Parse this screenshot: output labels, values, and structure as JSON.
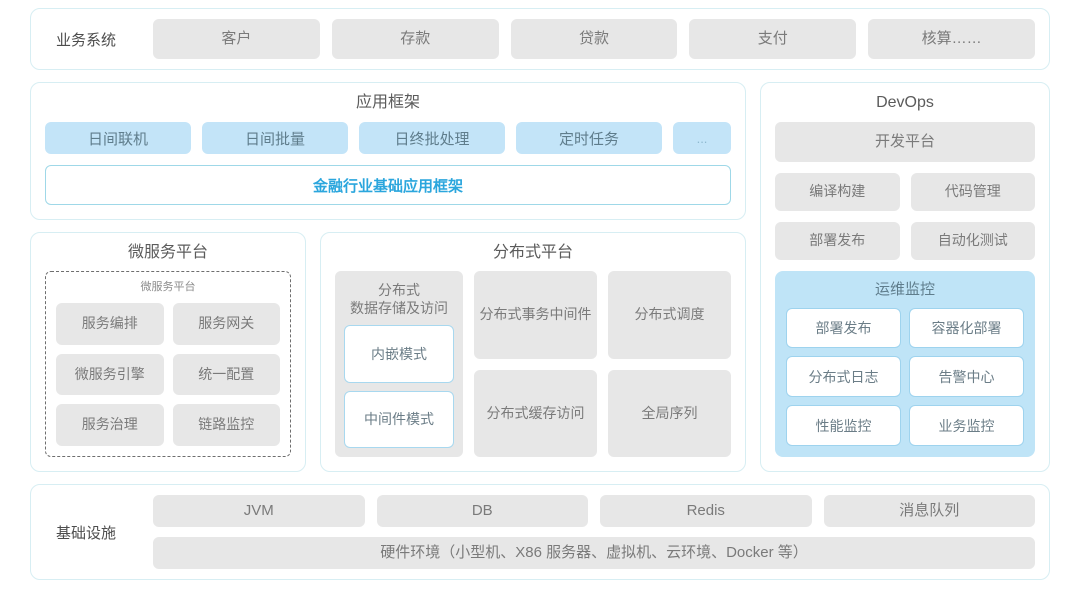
{
  "business_systems": {
    "label": "业务系统",
    "items": [
      "客户",
      "存款",
      "贷款",
      "支付",
      "核算……"
    ]
  },
  "application_framework": {
    "title": "应用框架",
    "tags": [
      "日间联机",
      "日间批量",
      "日终批处理",
      "定时任务"
    ],
    "ellipsis_tag": "...",
    "banner": "金融行业基础应用框架"
  },
  "microservice_platform": {
    "title": "微服务平台",
    "subtitle": "微服务平台",
    "items": [
      "服务编排",
      "服务网关",
      "微服务引擎",
      "统一配置",
      "服务治理",
      "链路监控"
    ]
  },
  "distributed_platform": {
    "title": "分布式平台",
    "storage_card": {
      "title": "分布式\n数据存储及访问",
      "title_line1": "分布式",
      "title_line2": "数据存储及访问",
      "modes": [
        "内嵌模式",
        "中间件模式"
      ]
    },
    "cells": [
      {
        "line1": "分布式",
        "line2": "事务中间件"
      },
      {
        "line1": "分布式调度",
        "line2": ""
      },
      {
        "line1": "分布式",
        "line2": "缓存访问"
      },
      {
        "line1": "全局序列",
        "line2": ""
      }
    ]
  },
  "devops": {
    "title": "DevOps",
    "platform": "开发平台",
    "items": [
      "编译构建",
      "代码管理",
      "部署发布",
      "自动化测试"
    ],
    "ops_monitoring": {
      "title": "运维监控",
      "items": [
        "部署发布",
        "容器化部署",
        "分布式日志",
        "告警中心",
        "性能监控",
        "业务监控"
      ]
    }
  },
  "infrastructure": {
    "label": "基础设施",
    "items": [
      "JVM",
      "DB",
      "Redis",
      "消息队列"
    ],
    "hardware": "硬件环境（小型机、X86 服务器、虚拟机、云环境、Docker 等）"
  },
  "colors": {
    "card_border": "#d7eef3",
    "gray_tag": "#e7e7e7",
    "blue_tag": "#c3e4f8",
    "ops_panel": "#bfe4f7",
    "accent_text": "#2ba6dd"
  }
}
